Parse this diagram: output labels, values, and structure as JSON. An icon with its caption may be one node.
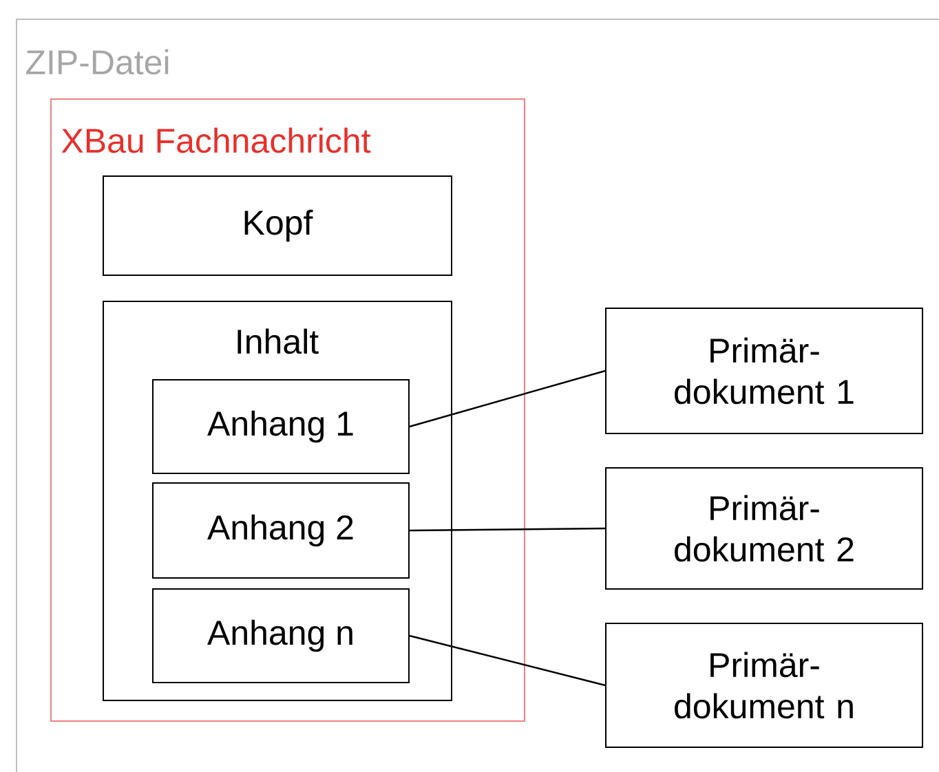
{
  "diagram": {
    "nodes": [
      {
        "text": [
          "ZIP-Datei"
        ]
      },
      {
        "text": [
          "XBau Fachnachricht"
        ],
        "in": 0
      },
      {
        "text": [
          "Kopf"
        ],
        "in": 1
      },
      {
        "text": [
          "Inhalt"
        ],
        "in": 1
      },
      {
        "text": [
          "Anhang 1"
        ],
        "in": 3
      },
      {
        "text": [
          "Anhang 2"
        ],
        "in": 3
      },
      {
        "text": [
          "Anhang n"
        ],
        "in": 3
      },
      {
        "text": [
          "Primär- dokument 1"
        ],
        "in": 0
      },
      {
        "text": [
          "Primär- dokument 2"
        ],
        "in": 0
      },
      {
        "text": [
          "Primär- dokument n"
        ],
        "in": 0
      }
    ],
    "edges": [
      {
        "from": 4,
        "to": 7,
        "arrow": "none"
      },
      {
        "from": 5,
        "to": 8,
        "arrow": "none"
      },
      {
        "from": 6,
        "to": 9,
        "arrow": "none"
      }
    ]
  }
}
